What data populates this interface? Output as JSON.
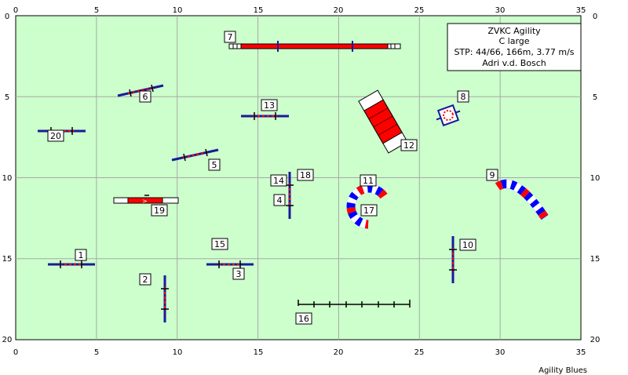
{
  "course": {
    "info_lines": [
      "ZVKC  Agility",
      "C large",
      "STP: 44/66, 166m, 3.77 m/s",
      "Adri v.d. Bosch"
    ],
    "footer": "Agility Blues",
    "colors": {
      "field": "#ccffcc",
      "grid": "#a8a8a8",
      "pole_red": "#ff0000",
      "pole_blue": "#1a1a9a",
      "tunnel_blue": "#0000ff"
    },
    "x_ticks": [
      "0",
      "5",
      "10",
      "15",
      "20",
      "25",
      "30",
      "35"
    ],
    "y_ticks": [
      "0",
      "5",
      "10",
      "15",
      "20"
    ]
  },
  "obstacles": [
    {
      "number": "1",
      "type": "jump"
    },
    {
      "number": "2",
      "type": "jump"
    },
    {
      "number": "3",
      "type": "jump"
    },
    {
      "number": "4",
      "type": "jump"
    },
    {
      "number": "5",
      "type": "jump"
    },
    {
      "number": "6",
      "type": "jump"
    },
    {
      "number": "7",
      "type": "dog-walk"
    },
    {
      "number": "8",
      "type": "tyre"
    },
    {
      "number": "9",
      "type": "tunnel"
    },
    {
      "number": "10",
      "type": "jump"
    },
    {
      "number": "11",
      "type": "tunnel"
    },
    {
      "number": "12",
      "type": "a-frame"
    },
    {
      "number": "13",
      "type": "jump"
    },
    {
      "number": "14",
      "type": "jump"
    },
    {
      "number": "15",
      "type": "jump"
    },
    {
      "number": "16",
      "type": "weave-poles"
    },
    {
      "number": "17",
      "type": "tunnel"
    },
    {
      "number": "18",
      "type": "jump"
    },
    {
      "number": "19",
      "type": "seesaw"
    },
    {
      "number": "20",
      "type": "jump"
    }
  ]
}
